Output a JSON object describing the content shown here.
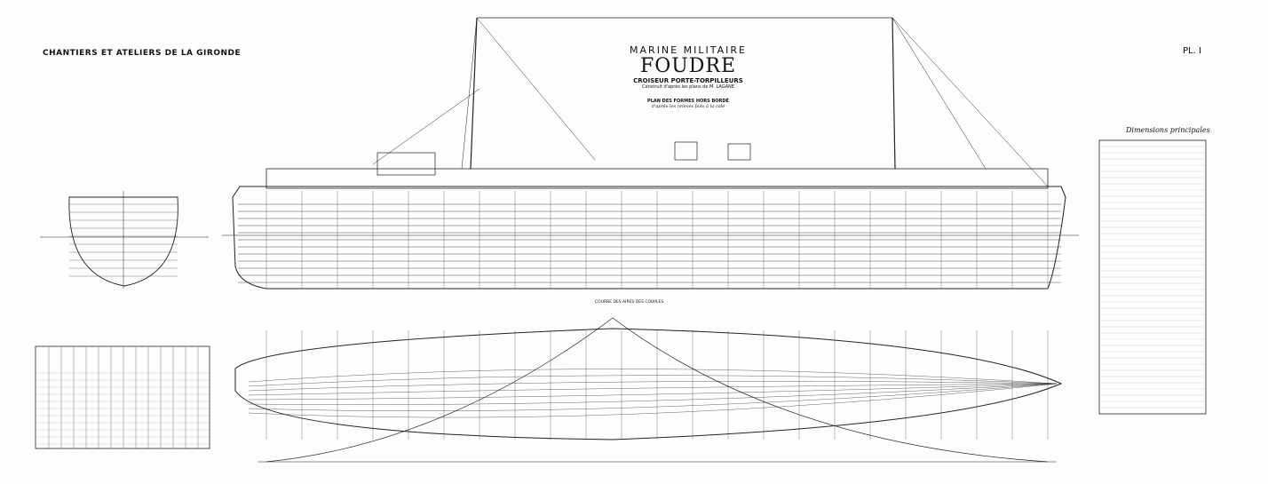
{
  "header": {
    "yard": "CHANTIERS ET ATELIERS DE LA GIRONDE",
    "plate": "PL. I"
  },
  "title_block": {
    "line1": "MARINE MILITAIRE",
    "ship": "FOUDRE",
    "type": "CROISEUR PORTE-TORPILLEURS",
    "built": "Construit d'après les plans de M. LAGANE",
    "plan": "PLAN DES FORMES HORS BORDÉ",
    "plan_note": "d'après les relevés faits à la cale"
  },
  "dimensions": {
    "title": "Dimensions principales"
  },
  "curve": {
    "title": "COURBE DES AIRES DES COUPLES"
  }
}
